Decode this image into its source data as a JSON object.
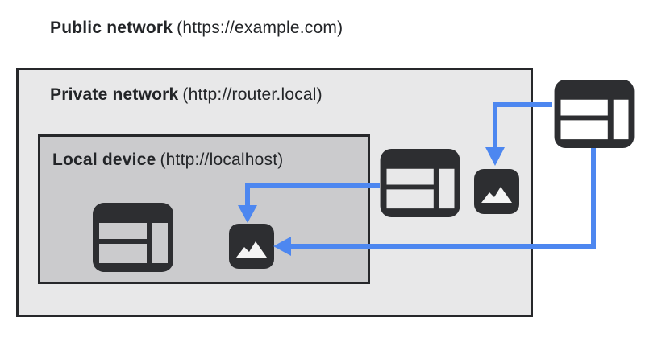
{
  "title": {
    "bold": "Public network",
    "rest": "(https://example.com)"
  },
  "private_network": {
    "label_bold": "Private network",
    "label_rest": "(http://router.local)"
  },
  "local_device": {
    "label_bold": "Local device",
    "label_rest": "(http://localhost)"
  },
  "colors": {
    "arrow_blue": "#4d87f0",
    "icon_dark": "#2d2e31",
    "box_border": "#26272a",
    "private_bg": "#e8e8e9",
    "local_bg": "#cbcbcd",
    "mountain_light": "#f4f4f4",
    "text": "#232528"
  },
  "nodes": [
    {
      "id": "public-browser",
      "type": "browser-window",
      "zone": "public"
    },
    {
      "id": "private-browser",
      "type": "browser-window",
      "zone": "private"
    },
    {
      "id": "private-image",
      "type": "image-resource",
      "zone": "private"
    },
    {
      "id": "local-browser",
      "type": "browser-window",
      "zone": "local"
    },
    {
      "id": "local-image",
      "type": "image-resource",
      "zone": "local"
    }
  ],
  "edges": [
    {
      "from": "private-browser",
      "to": "local-image"
    },
    {
      "from": "public-browser",
      "to": "private-image"
    },
    {
      "from": "public-browser",
      "to": "local-image"
    }
  ]
}
